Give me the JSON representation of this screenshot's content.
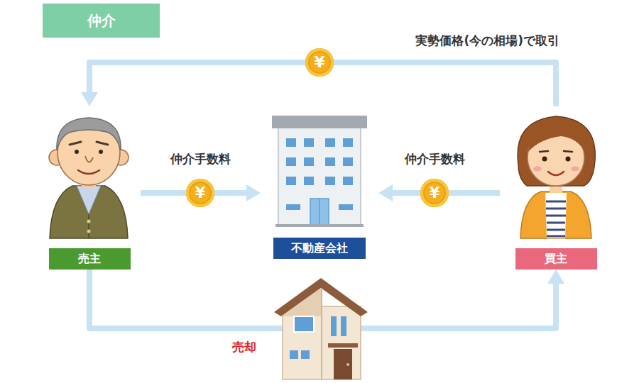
{
  "diagram": {
    "title": "仲介",
    "nodes": [
      {
        "text": [
          "売主"
        ]
      },
      {
        "text": [
          "不動産会社"
        ]
      },
      {
        "text": [
          "買主"
        ]
      }
    ],
    "edges": [
      {
        "from": 2,
        "to": 0,
        "arrow": "to",
        "label": "実勢価格(今の相場)で取引"
      },
      {
        "from": 0,
        "to": 1,
        "arrow": "to",
        "label": "仲介手数料"
      },
      {
        "from": 2,
        "to": 1,
        "arrow": "to",
        "label": "仲介手数料"
      },
      {
        "from": 0,
        "to": 2,
        "arrow": "to",
        "label": "売却"
      }
    ],
    "labels": [
      "¥",
      "¥",
      "¥"
    ]
  }
}
